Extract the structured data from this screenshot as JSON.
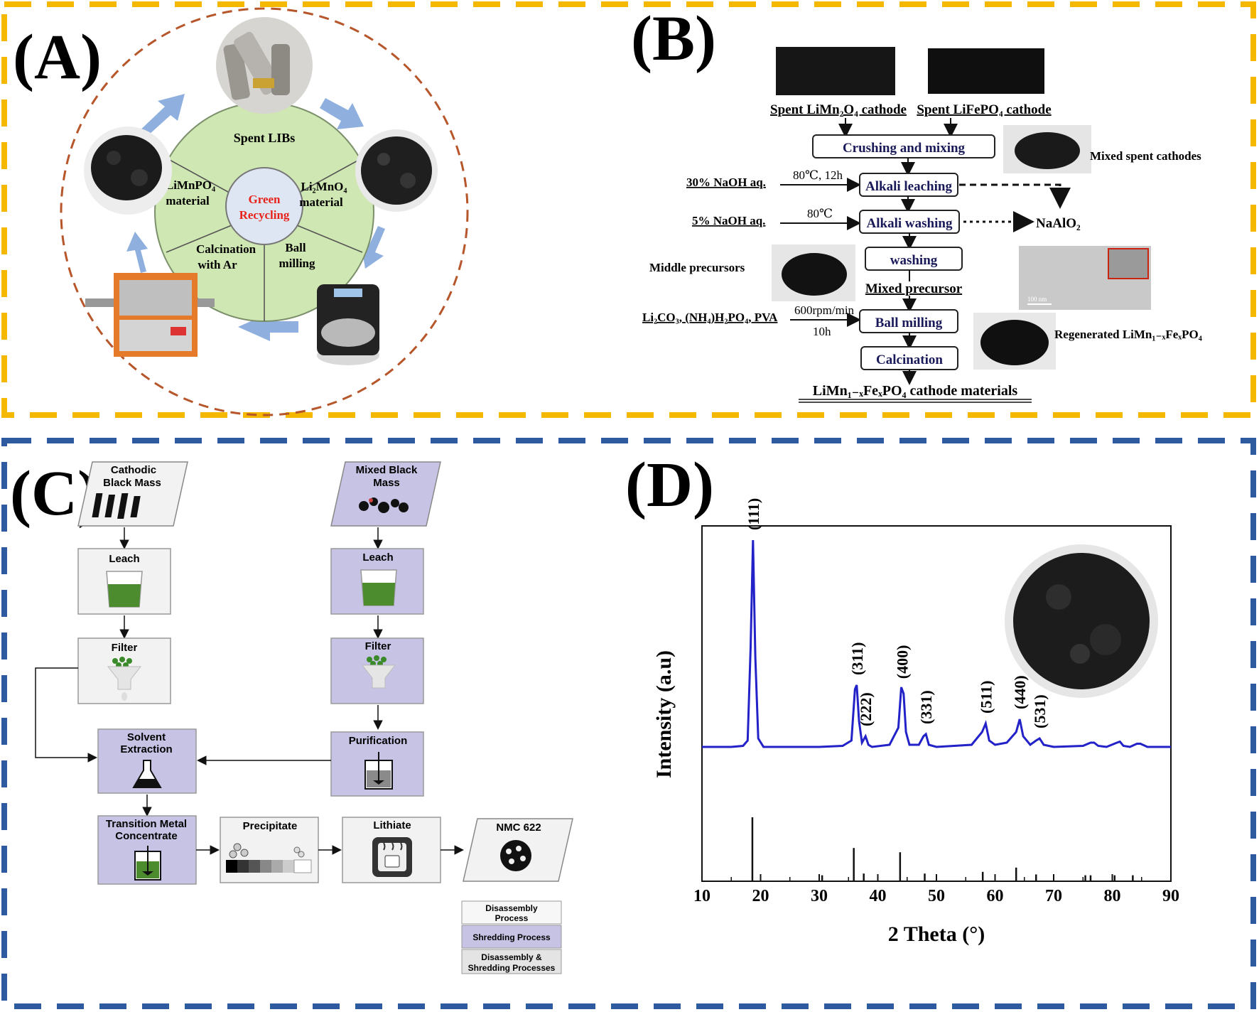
{
  "colors": {
    "panel_top_border": "#F5B800",
    "panel_bottom_border": "#2E5AA0",
    "wheel_green": "#CFE7B2",
    "wheel_dashed": "#B7562A",
    "arrow_blue": "#8FB0DE",
    "xrd_line": "#2222C8",
    "lavender": "#C7C3E4",
    "grey_box": "#E8E8E8",
    "leach_green": "#4C8C2F"
  },
  "panelA": {
    "label": "(A)",
    "center_line1": "Green",
    "center_line2": "Recycling",
    "seg_spent": "Spent LIBs",
    "seg_li2mno4_l1": "Li₂MnO₄",
    "seg_li2mno4_l2": "material",
    "seg_ball_l1": "Ball",
    "seg_ball_l2": "milling",
    "seg_calc_l1": "Calcination",
    "seg_calc_l2": "with Ar",
    "seg_limnpo4_l1": "LiMnPO₄",
    "seg_limnpo4_l2": "material"
  },
  "panelB": {
    "label": "(B)",
    "spent_limn": "Spent LiMn₂O₄ cathode",
    "spent_life": "Spent LiFePO₄ cathode",
    "crushing": "Crushing and mixing",
    "mixed_spent": "Mixed spent cathodes",
    "naoh30": "30% NaOH aq.",
    "cond1": "80℃, 12h",
    "alkali_leaching": "Alkali leaching",
    "naoh5": "5% NaOH aq.",
    "cond2": "80℃",
    "alkali_washing": "Alkali washing",
    "naalo2": "NaAlO₂",
    "middle_precursors": "Middle precursors",
    "washing": "washing",
    "mixed_precursor": "Mixed precursor",
    "scale_bar": "100 nm",
    "reagents": "Li₂CO₃, (NH₄)H₂PO₄, PVA",
    "cond3": "600rpm/min",
    "cond4": "10h",
    "ball_milling": "Ball milling",
    "regenerated": "Regenerated LiMn₁₋ₓFeₓPO₄",
    "calcination": "Calcination",
    "final": "LiMn₁₋ₓFeₓPO₄ cathode  materials"
  },
  "panelC": {
    "label": "(C)",
    "cathodic_l1": "Cathodic",
    "cathodic_l2": "Black Mass",
    "mixed_l1": "Mixed Black",
    "mixed_l2": "Mass",
    "leach": "Leach",
    "filter": "Filter",
    "solvent_l1": "Solvent",
    "solvent_l2": "Extraction",
    "purification": "Purification",
    "tm_l1": "Transition Metal",
    "tm_l2": "Concentrate",
    "precipitate": "Precipitate",
    "lithiate": "Lithiate",
    "nmc": "NMC 622",
    "legend_dis_l1": "Disassembly",
    "legend_dis_l2": "Process",
    "legend_shred": "Shredding Process",
    "legend_both_l1": "Disassembly &",
    "legend_both_l2": "Shredding Processes"
  },
  "panelD": {
    "label": "(D)",
    "ylabel": "Intensity (a.u)",
    "xlabel": "2 Theta (°)"
  },
  "chart_data": {
    "type": "line",
    "title": "",
    "xlabel": "2 Theta (°)",
    "ylabel": "Intensity (a.u)",
    "xlim": [
      10,
      90
    ],
    "ylim": [
      0,
      1
    ],
    "xticks": [
      10,
      20,
      30,
      40,
      50,
      60,
      70,
      80,
      90
    ],
    "series": [
      {
        "x": [
          10,
          15,
          17,
          17.8,
          18.3,
          18.7,
          19.1,
          19.6,
          20.5,
          25,
          30,
          34,
          35.5,
          36.1,
          36.4,
          36.8,
          37.3,
          37.9,
          38.4,
          39,
          42,
          43.5,
          44,
          44.4,
          44.8,
          45.4,
          47,
          47.8,
          48.2,
          48.7,
          50,
          56,
          57.8,
          58.4,
          59,
          60,
          62,
          63.6,
          64.2,
          64.8,
          66,
          67,
          67.6,
          68.3,
          70,
          75,
          76.3,
          76.9,
          77.6,
          79,
          80.8,
          81.3,
          81.9,
          83,
          84.2,
          84.8,
          86,
          88,
          90
        ],
        "y": [
          0.03,
          0.03,
          0.035,
          0.06,
          0.5,
          1.0,
          0.45,
          0.07,
          0.03,
          0.03,
          0.03,
          0.035,
          0.06,
          0.3,
          0.32,
          0.15,
          0.05,
          0.08,
          0.04,
          0.03,
          0.04,
          0.12,
          0.31,
          0.28,
          0.1,
          0.04,
          0.04,
          0.08,
          0.09,
          0.04,
          0.03,
          0.04,
          0.1,
          0.14,
          0.06,
          0.04,
          0.05,
          0.1,
          0.16,
          0.08,
          0.04,
          0.06,
          0.07,
          0.04,
          0.03,
          0.035,
          0.05,
          0.05,
          0.035,
          0.03,
          0.05,
          0.055,
          0.035,
          0.03,
          0.045,
          0.045,
          0.03,
          0.03,
          0.03
        ]
      }
    ],
    "peaks": [
      {
        "label": "(111)",
        "x": 18.7
      },
      {
        "label": "(311)",
        "x": 36.4
      },
      {
        "label": "(222)",
        "x": 37.9
      },
      {
        "label": "(400)",
        "x": 44.1
      },
      {
        "label": "(331)",
        "x": 48.2
      },
      {
        "label": "(511)",
        "x": 58.4
      },
      {
        "label": "(440)",
        "x": 64.2
      },
      {
        "label": "(531)",
        "x": 67.6
      }
    ],
    "reference_sticks": [
      {
        "x": 18.6,
        "h": 0.75
      },
      {
        "x": 30.5,
        "h": 0.07
      },
      {
        "x": 35.9,
        "h": 0.39
      },
      {
        "x": 37.6,
        "h": 0.09
      },
      {
        "x": 43.8,
        "h": 0.34
      },
      {
        "x": 48.0,
        "h": 0.09
      },
      {
        "x": 57.9,
        "h": 0.11
      },
      {
        "x": 63.6,
        "h": 0.16
      },
      {
        "x": 67.0,
        "h": 0.08
      },
      {
        "x": 75.4,
        "h": 0.07
      },
      {
        "x": 76.3,
        "h": 0.07
      },
      {
        "x": 80.4,
        "h": 0.07
      },
      {
        "x": 83.5,
        "h": 0.07
      }
    ]
  }
}
